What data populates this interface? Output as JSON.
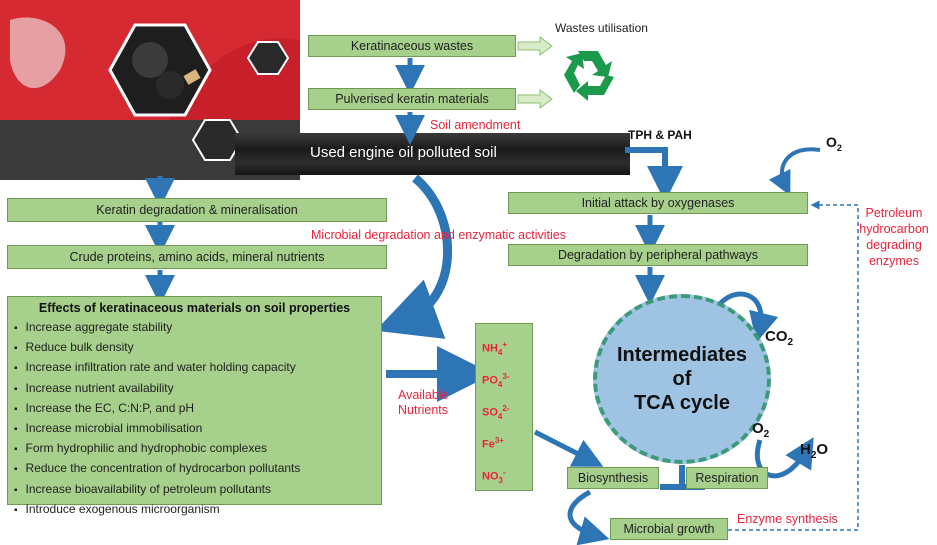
{
  "photo": {
    "icon": "soil-sample-photo"
  },
  "recycle": {
    "label": "Wastes utilisation",
    "icon": "recycle-icon"
  },
  "boxes": {
    "keratinaceous_wastes": "Keratinaceous wastes",
    "pulverised": "Pulverised keratin materials",
    "soil_band": "Used engine oil polluted soil",
    "keratin_degradation": "Keratin degradation & mineralisation",
    "crude_proteins": "Crude proteins, amino acids, mineral nutrients",
    "initial_attack": "Initial attack by oxygenases",
    "peripheral": "Degradation by peripheral pathways",
    "biosynthesis": "Biosynthesis",
    "respiration": "Respiration",
    "microbial_growth": "Microbial growth"
  },
  "labels": {
    "soil_amendment": "Soil amendment",
    "tph_pah": "TPH & PAH",
    "o2_top": "O",
    "microbial_degradation": "Microbial degradation  and enzymatic activities",
    "petroleum_enzymes": [
      "Petroleum",
      "hydrocarbon",
      "degrading",
      "enzymes"
    ],
    "available_nutrients": [
      "Available",
      "Nutrients"
    ],
    "co2": "CO",
    "o2_bottom": "O",
    "h2o_h": "H",
    "h2o_o": "O",
    "enzyme_synthesis": "Enzyme synthesis"
  },
  "tca": [
    "Intermediates",
    "of",
    "TCA cycle"
  ],
  "effects": {
    "title": "Effects of keratinaceous materials on soil properties",
    "items": [
      "Increase aggregate stability",
      "Reduce bulk density",
      "Increase infiltration rate and water holding capacity",
      "Increase nutrient availability",
      "Increase the EC, C:N:P, and pH",
      "Increase microbial immobilisation",
      "Form hydrophilic and hydrophobic complexes",
      "Reduce the concentration of hydrocarbon pollutants",
      "Increase bioavailability of petroleum pollutants",
      "Introduce exogenous microorganism"
    ]
  },
  "ions": [
    {
      "base": "NH",
      "sub": "4",
      "sup": "+"
    },
    {
      "base": "PO",
      "sub": "4",
      "sup": "3-"
    },
    {
      "base": "SO",
      "sub": "4",
      "sup": "2-"
    },
    {
      "base": "Fe",
      "sub": "",
      "sup": "3+"
    },
    {
      "base": "NO",
      "sub": "3",
      "sup": "-"
    }
  ],
  "colors": {
    "box_green": "#a8d08d",
    "arrow_blue": "#2e75b6",
    "label_red": "#e8243c",
    "tca_blue": "#9fc3e3"
  }
}
